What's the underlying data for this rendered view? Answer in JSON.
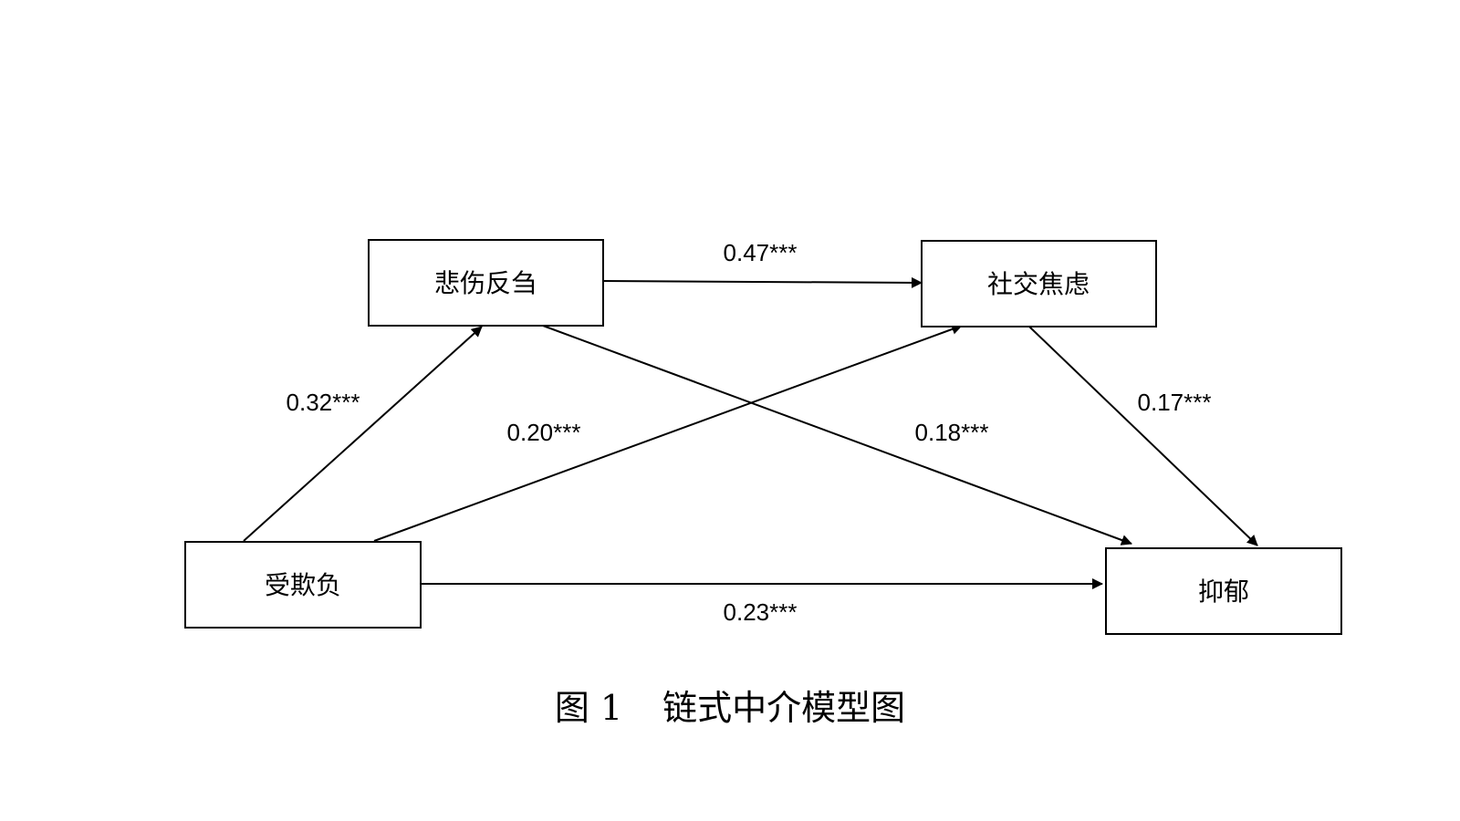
{
  "diagram": {
    "nodes": {
      "bullying": "受欺负",
      "rumination": "悲伤反刍",
      "social_anxiety": "社交焦虑",
      "depression": "抑郁"
    },
    "paths": {
      "bullying_to_rumination": "0.32***",
      "bullying_to_social_anxiety": "0.20***",
      "rumination_to_social_anxiety": "0.47***",
      "rumination_to_depression": "0.18***",
      "social_anxiety_to_depression": "0.17***",
      "bullying_to_depression": "0.23***"
    }
  },
  "caption": {
    "figure_number": "图 1",
    "title": "链式中介模型图"
  },
  "colors": {
    "stroke": "#000000",
    "background": "#ffffff"
  }
}
